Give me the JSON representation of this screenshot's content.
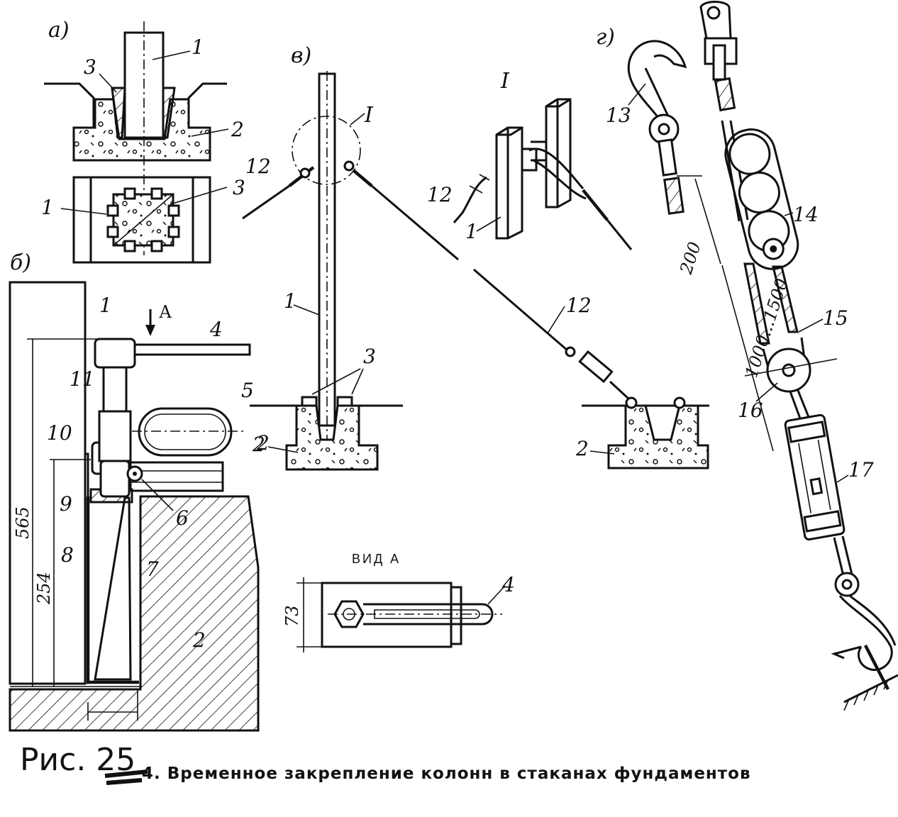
{
  "figure": {
    "panel_labels": {
      "a": "а)",
      "b": "б)",
      "v": "в)",
      "g": "г)",
      "detail": "I"
    },
    "parts": {
      "p1": "1",
      "p2": "2",
      "p3": "3",
      "p4": "4",
      "p5": "5",
      "p6": "6",
      "p7": "7",
      "p8": "8",
      "p9": "9",
      "p10": "10",
      "p11": "11",
      "p12": "12",
      "p13": "13",
      "p14": "14",
      "p15": "15",
      "p16": "16",
      "p17": "17"
    },
    "dimensions": {
      "d565": "565",
      "d254": "254",
      "d73": "73",
      "d200": "200",
      "d1000": "1000...1500"
    },
    "view_label": "ВИД А",
    "arrow_label": "А",
    "handwritten_label": "Рис. 25",
    "caption": "4. Временное закрепление колонн в стаканах фундаментов"
  }
}
